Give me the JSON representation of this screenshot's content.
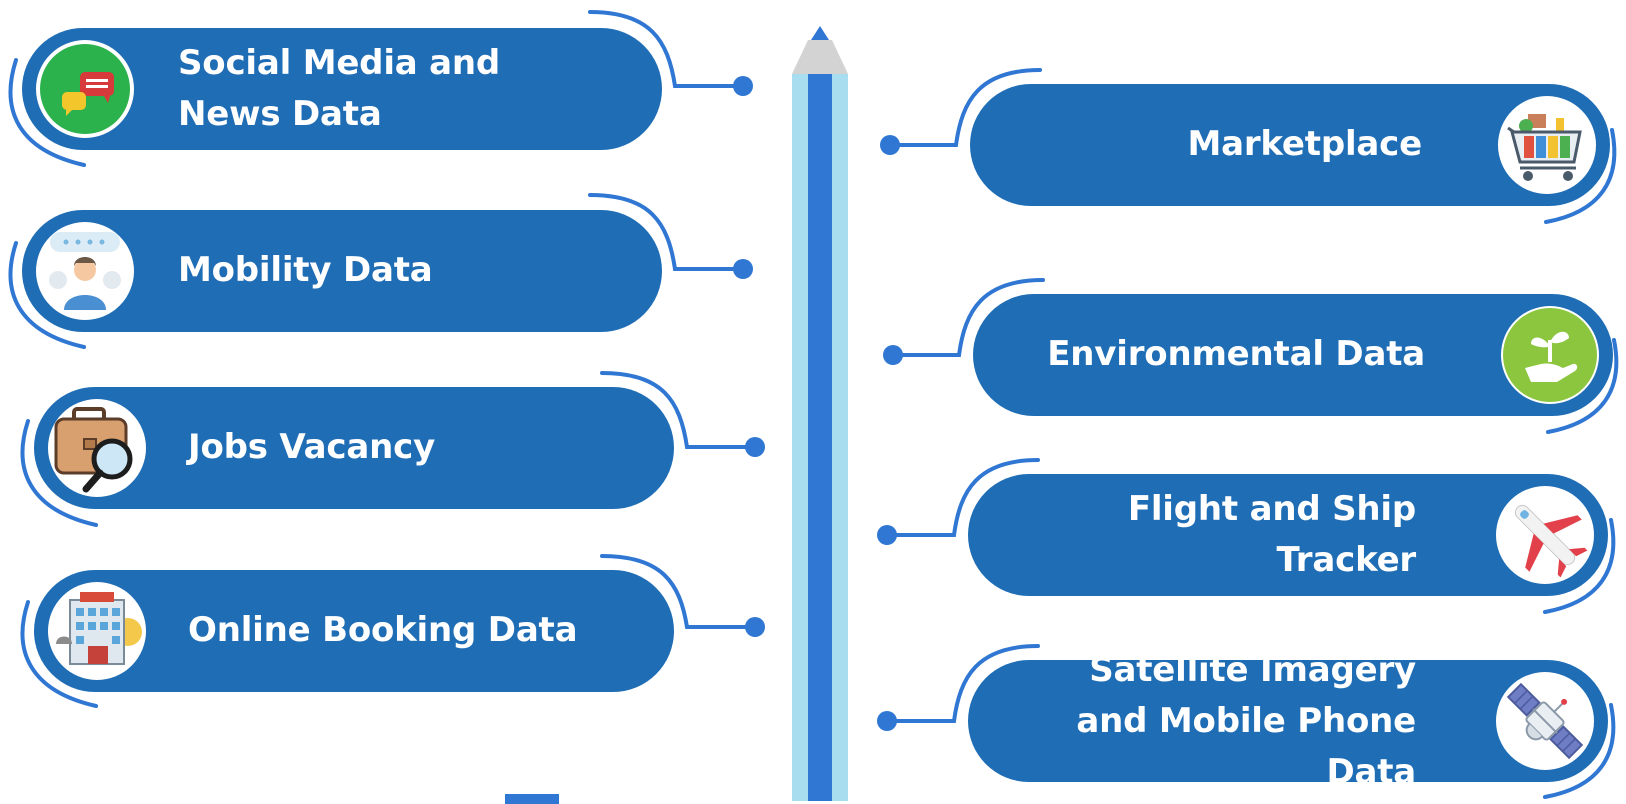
{
  "colors": {
    "pill": "#1f6db5",
    "accent": "#2f77d2",
    "pencil_light": "#a7ddef",
    "pencil_core": "#2f77d2",
    "pencil_tip": "#d3d3d3",
    "text": "#ffffff"
  },
  "left_items": [
    {
      "label": "Social Media and\nNews Data",
      "icon": "chat-bubbles-icon"
    },
    {
      "label": "Mobility Data",
      "icon": "person-crowd-icon"
    },
    {
      "label": "Jobs Vacancy",
      "icon": "briefcase-search-icon"
    },
    {
      "label": "Online Booking Data",
      "icon": "hotel-icon"
    }
  ],
  "right_items": [
    {
      "label": "Marketplace",
      "icon": "shopping-cart-icon"
    },
    {
      "label": "Environmental Data",
      "icon": "plant-hand-icon"
    },
    {
      "label": "Flight and Ship\nTracker",
      "icon": "airplane-icon"
    },
    {
      "label": "Satellite Imagery\nand Mobile Phone\nData",
      "icon": "satellite-icon"
    }
  ]
}
